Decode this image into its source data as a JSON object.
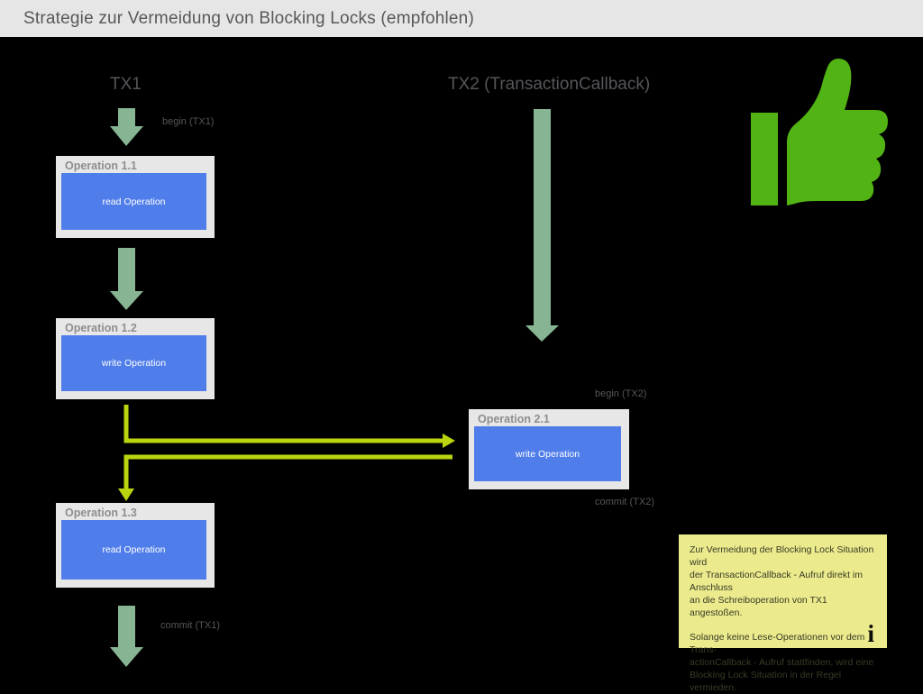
{
  "header": {
    "title": "Strategie zur Vermeidung von Blocking Locks (empfohlen)"
  },
  "columns": {
    "tx1": "TX1",
    "tx2": "TX2 (TransactionCallback)"
  },
  "labels": {
    "begin_tx1": "begin (TX1)",
    "begin_tx2": "begin (TX2)",
    "commit_tx1": "commit (TX1)",
    "commit_tx2": "commit (TX2)"
  },
  "operations": [
    {
      "title": "Operation 1.1",
      "body": "read Operation"
    },
    {
      "title": "Operation 1.2",
      "body": "write Operation"
    },
    {
      "title": "Operation 2.1",
      "body": "write Operation"
    },
    {
      "title": "Operation 1.3",
      "body": "read Operation"
    }
  ],
  "note": {
    "paragraph1": "Zur Vermeidung der Blocking Lock Situation wird\nder TransactionCallback - Aufruf direkt im Anschluss\nan die Schreiboperation von TX1 angestoßen.",
    "paragraph2": "Solange keine Lese-Operationen vor dem Trans-\nactionCallback - Aufruf stattfinden, wird eine\nBlocking Lock Situation in der Regel vermieden.",
    "info_glyph": "i"
  },
  "icons": {
    "thumbs_up": "thumbs-up-icon",
    "info": "info-icon"
  },
  "colors": {
    "header_bg": "#e6e6e6",
    "canvas_bg": "#000000",
    "operation_box_bg": "#e7e7e7",
    "operation_inner_blue": "#4f7de9",
    "sage_arrow": "#87b492",
    "chartreuse_arrow": "#bad40f",
    "thumb_green": "#52b414",
    "note_bg": "#ebeb8d"
  }
}
